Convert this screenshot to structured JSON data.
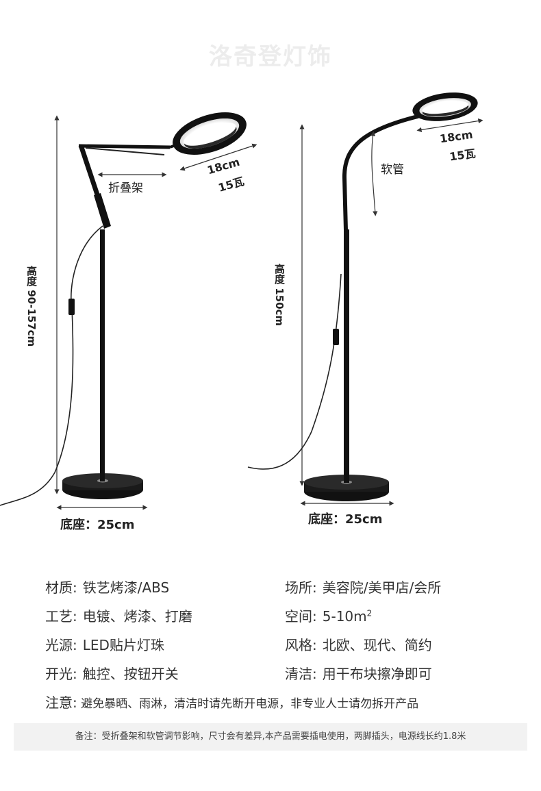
{
  "brand_watermark": "洛奇登灯饰",
  "left_lamp": {
    "height_label": "高度 90-157cm",
    "arm_label": "折叠架",
    "ring_size": "18cm",
    "ring_power": "15瓦",
    "base_label": "底座：25cm"
  },
  "right_lamp": {
    "height_label": "高度 150cm",
    "gooseneck_label": "软管",
    "ring_size": "18cm",
    "ring_power": "15瓦",
    "base_label": "底座：25cm"
  },
  "specs": [
    {
      "key": "材质:",
      "value": "铁艺烤漆/ABS"
    },
    {
      "key": "场所:",
      "value": "美容院/美甲店/会所"
    },
    {
      "key": "工艺:",
      "value": "电镀、烤漆、打磨"
    },
    {
      "key": "空间:",
      "value": "5-10m"
    },
    {
      "key": "光源:",
      "value": "LED贴片灯珠"
    },
    {
      "key": "风格:",
      "value": "北欧、现代、简约"
    },
    {
      "key": "开光:",
      "value": "触控、按钮开关"
    },
    {
      "key": "清洁:",
      "value": "用干布块擦净即可"
    }
  ],
  "space_superscript": "2",
  "caution": {
    "key": "注意:",
    "value": "避免暴晒、雨淋，清洁时请先断开电源，非专业人士请勿拆开产品"
  },
  "footer_note": "备注：受折叠架和软管调节影响，尺寸会有差异,本产品需要插电使用，两脚插头，电源线长约1.8米"
}
